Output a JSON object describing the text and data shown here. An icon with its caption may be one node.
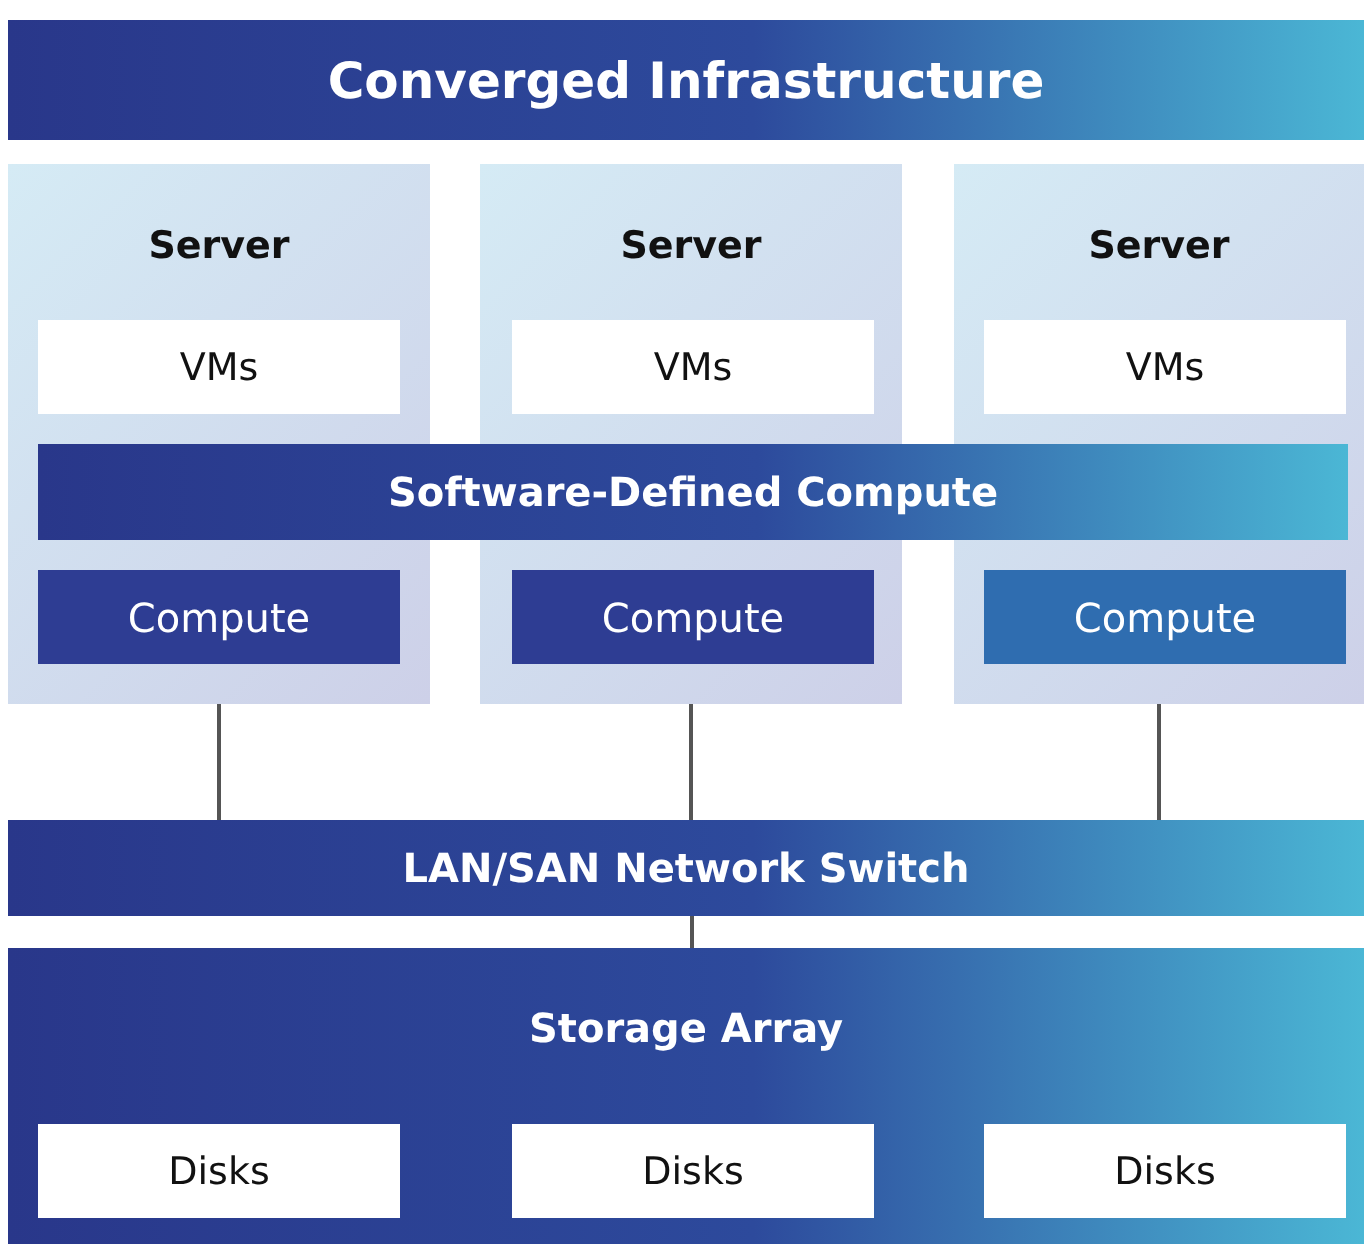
{
  "diagram": {
    "nodes": [
      {
        "text": [
          "Converged Infrastructure"
        ]
      },
      {
        "text": [
          "Server"
        ]
      },
      {
        "text": [
          "VMs"
        ],
        "in": 1
      },
      {
        "text": [
          "Compute"
        ],
        "in": 1
      },
      {
        "text": [
          "Server"
        ]
      },
      {
        "text": [
          "VMs"
        ],
        "in": 4
      },
      {
        "text": [
          "Compute"
        ],
        "in": 4
      },
      {
        "text": [
          "Server"
        ]
      },
      {
        "text": [
          "VMs"
        ],
        "in": 7
      },
      {
        "text": [
          "Compute"
        ],
        "in": 7
      },
      {
        "text": [
          "Software-Defined Compute"
        ]
      },
      {
        "text": [
          "LAN/SAN Network Switch"
        ]
      },
      {
        "text": [
          "Storage Array"
        ]
      },
      {
        "text": [
          "Disks"
        ],
        "in": 12
      },
      {
        "text": [
          "Disks"
        ],
        "in": 12
      },
      {
        "text": [
          "Disks"
        ],
        "in": 12
      }
    ],
    "edges": [
      {
        "from": 1,
        "to": 11,
        "arrow": "none"
      },
      {
        "from": 4,
        "to": 11,
        "arrow": "none"
      },
      {
        "from": 7,
        "to": 11,
        "arrow": "none"
      },
      {
        "from": 11,
        "to": 12,
        "arrow": "none"
      }
    ]
  }
}
